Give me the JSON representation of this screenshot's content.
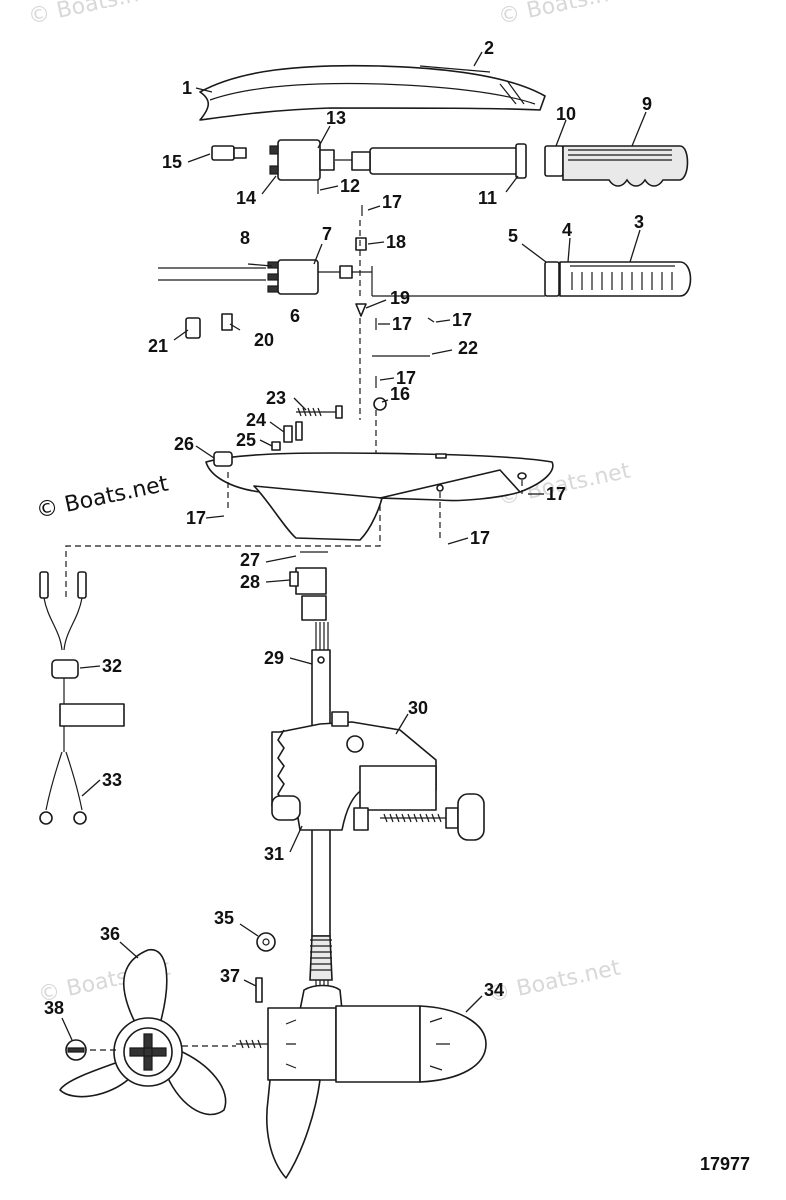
{
  "diagram": {
    "watermark_text": "© Boats.net",
    "copyright_text": "© Boats.net",
    "figure_number": "17977",
    "callouts": [
      "1",
      "2",
      "3",
      "4",
      "5",
      "6",
      "7",
      "8",
      "9",
      "10",
      "11",
      "12",
      "13",
      "14",
      "15",
      "16",
      "17",
      "18",
      "19",
      "20",
      "21",
      "22",
      "23",
      "24",
      "25",
      "26",
      "27",
      "28",
      "29",
      "30",
      "31",
      "32",
      "33",
      "34",
      "35",
      "36",
      "37",
      "38"
    ],
    "repeat_callout_17": "17"
  }
}
